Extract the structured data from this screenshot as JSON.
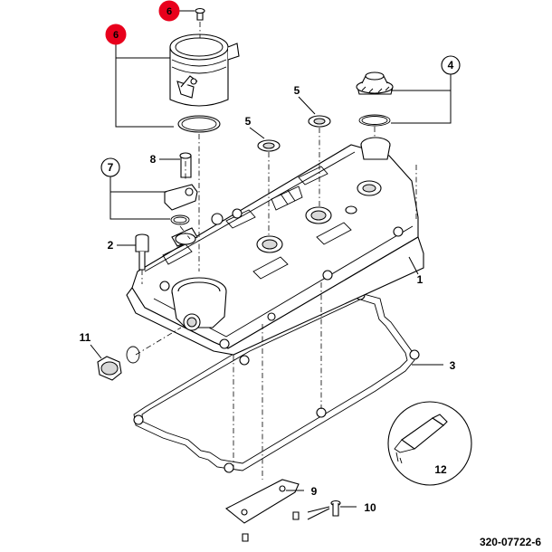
{
  "callouts": {
    "c1": "1",
    "c2": "2",
    "c3": "3",
    "c4": "4",
    "c5a": "5",
    "c5b": "5",
    "c6_top": "6",
    "c6_cap": "6",
    "c7": "7",
    "c8": "8",
    "c9": "9",
    "c10": "10",
    "c11": "11",
    "c12": "12"
  },
  "figure_id": "320-07722-6",
  "colors": {
    "highlight_callout": "#e8001c",
    "line": "#000000",
    "background": "#ffffff"
  }
}
